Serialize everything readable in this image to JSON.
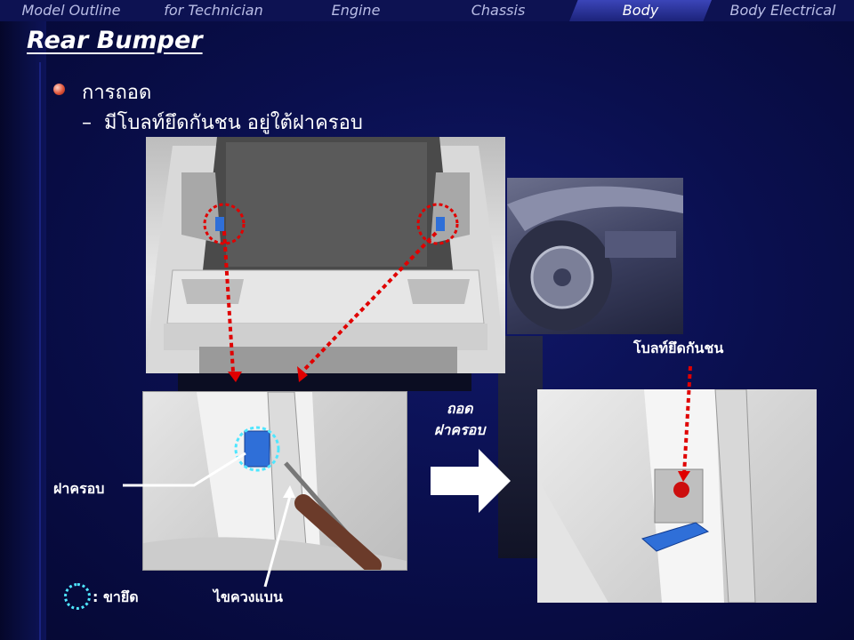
{
  "nav": {
    "tabs": [
      "Model Outline",
      "for Technician",
      "Engine",
      "Chassis",
      "Body",
      "Body Electrical"
    ],
    "active_index": 4
  },
  "page": {
    "title": "Rear Bumper",
    "bullet": "การถอด",
    "sub_dash": "–",
    "sub_text": "มีโบลท์ยึดกันชน อยู่ใต้ฝาครอบ"
  },
  "labels": {
    "bolt": "โบลท์ยึดกันชน",
    "remove_line1": "ถอด",
    "remove_line2": "ฝาครอบ",
    "cover": "ฝาครอบ",
    "legend": ": ขายึด",
    "screwdriver": "ไขควงแบน"
  },
  "colors": {
    "accent_red": "#e00000",
    "clip_blue": "#2f6fd8",
    "legend_cyan": "#4fe6ff"
  }
}
